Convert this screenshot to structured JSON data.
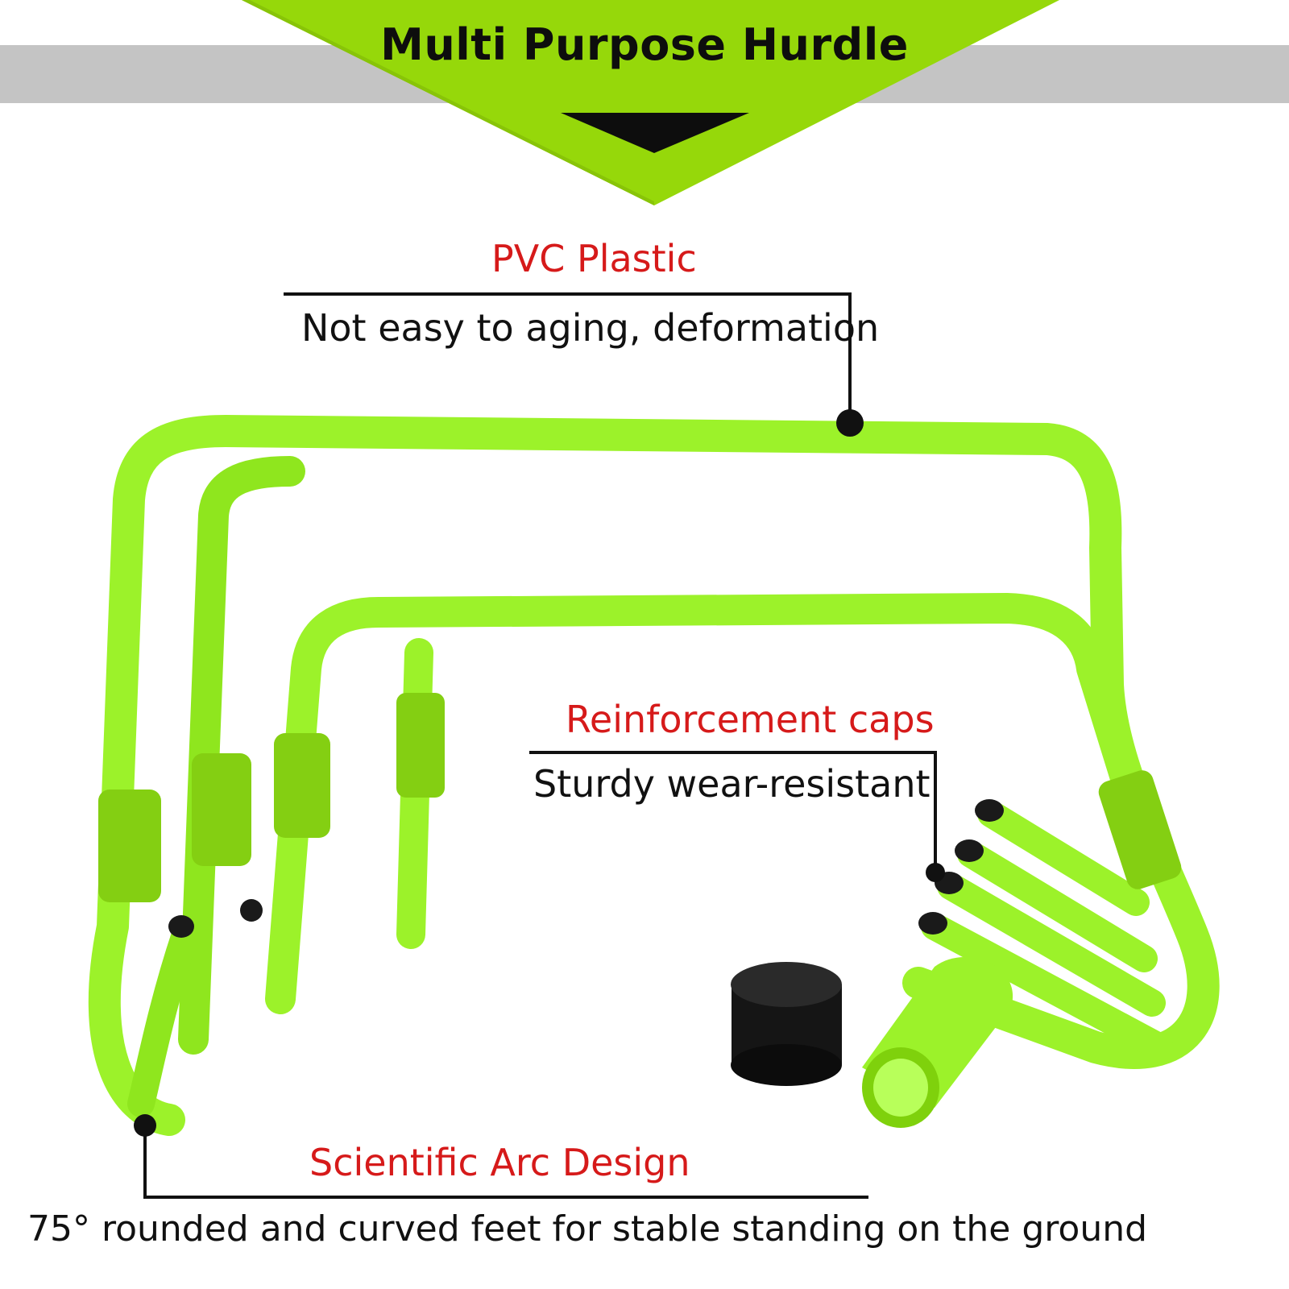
{
  "header": {
    "title": "Multi Purpose Hurdle"
  },
  "callouts": {
    "pvc": {
      "title": "PVC Plastic",
      "description": "Not easy to aging, deformation"
    },
    "caps": {
      "title": "Reinforcement caps",
      "description": "Sturdy wear-resistant"
    },
    "arc": {
      "title": "Scientific Arc Design",
      "description": "75° rounded and curved feet for stable standing on the ground"
    }
  },
  "colors": {
    "banner_green": "#96d80a",
    "hurdle_green": "#9cf22a",
    "hurdle_shade": "#7fd10c",
    "banner_bar_gray": "#c4c4c4",
    "callout_red": "#d61a1a",
    "cap_black": "#1a1a1a"
  },
  "icons": {
    "pointer": "black-dot-marker"
  }
}
